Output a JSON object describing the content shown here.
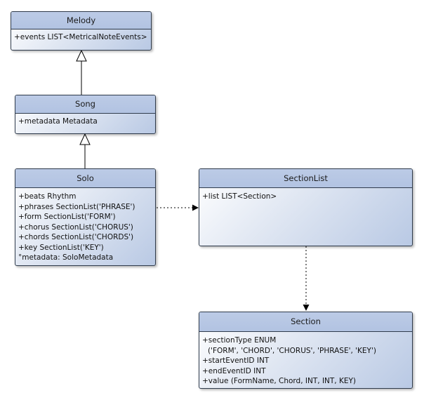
{
  "classes": {
    "melody": {
      "name": "Melody",
      "attributes": [
        "+events LIST<MetricalNoteEvents>"
      ]
    },
    "song": {
      "name": "Song",
      "attributes": [
        "+metadata Metadata"
      ]
    },
    "solo": {
      "name": "Solo",
      "attributes": [
        "+beats Rhythm",
        "+phrases SectionList('PHRASE')",
        "+form SectionList('FORM')",
        "+chorus SectionList('CHORUS')",
        "+chords SectionList('CHORDS')",
        "+key SectionList('KEY')",
        "°metadata: SoloMetadata"
      ]
    },
    "section_list": {
      "name": "SectionList",
      "attributes": [
        "+list LIST<Section>"
      ]
    },
    "section": {
      "name": "Section",
      "attributes": [
        "+sectionType ENUM",
        "('FORM', 'CHORD', 'CHORUS', 'PHRASE', 'KEY')",
        "+startEventID INT",
        "+endEventID INT",
        "+value (FormName, Chord, INT, INT, KEY)"
      ]
    }
  },
  "colors": {
    "header": "#b2c3e2",
    "border": "#2f3b4c",
    "line": "#000000"
  }
}
